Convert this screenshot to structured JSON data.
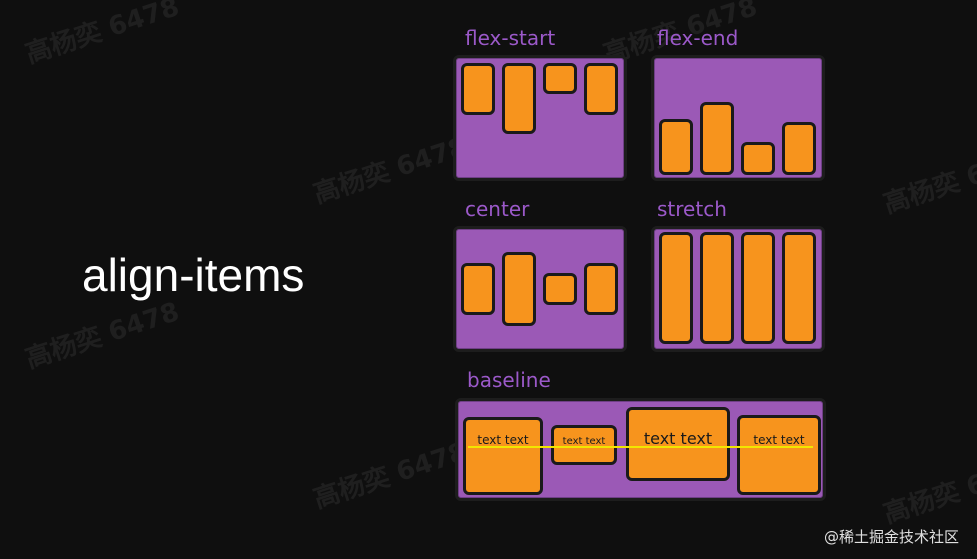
{
  "title": "align-items",
  "panels": {
    "flex_start": {
      "label": "flex-start"
    },
    "flex_end": {
      "label": "flex-end"
    },
    "center": {
      "label": "center"
    },
    "stretch": {
      "label": "stretch"
    },
    "baseline": {
      "label": "baseline",
      "items": [
        "text text",
        "text text",
        "text text",
        "text text"
      ]
    }
  },
  "watermark": "高杨奕 6478",
  "credit": "@稀土掘金技术社区",
  "colors": {
    "background": "#0f0f0f",
    "container": "#9b59b6",
    "item": "#f7941d",
    "label": "#9b59c9",
    "baseline": "#f2e600"
  }
}
